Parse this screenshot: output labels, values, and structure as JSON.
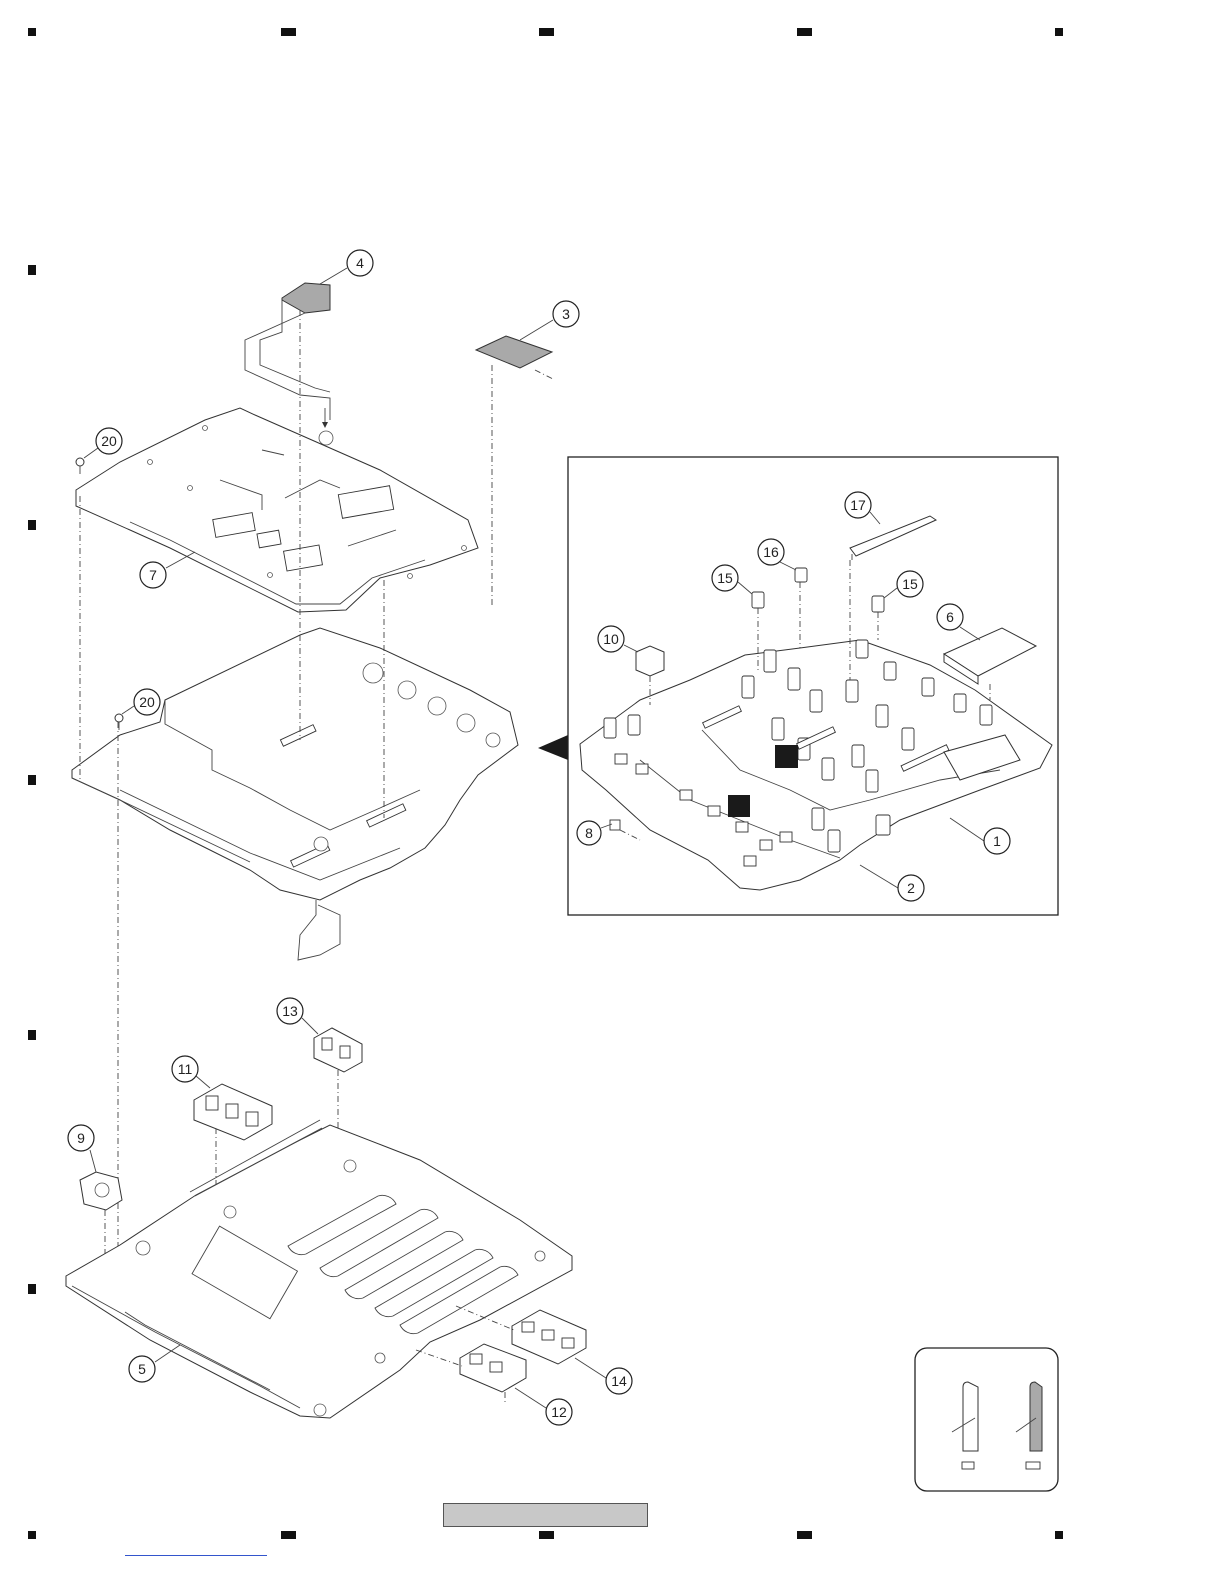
{
  "callouts": [
    {
      "num": "1"
    },
    {
      "num": "2"
    },
    {
      "num": "3"
    },
    {
      "num": "4"
    },
    {
      "num": "5"
    },
    {
      "num": "6"
    },
    {
      "num": "7"
    },
    {
      "num": "8"
    },
    {
      "num": "9"
    },
    {
      "num": "10"
    },
    {
      "num": "11"
    },
    {
      "num": "12"
    },
    {
      "num": "13"
    },
    {
      "num": "14"
    },
    {
      "num": "15"
    },
    {
      "num": "15"
    },
    {
      "num": "16"
    },
    {
      "num": "17"
    },
    {
      "num": "20"
    },
    {
      "num": "20"
    }
  ],
  "colors": {
    "line": "#333333",
    "sheet_fill": "#a9a9a9",
    "marker": "#1a1a1a",
    "footer_bar": "#c8c8c8"
  }
}
